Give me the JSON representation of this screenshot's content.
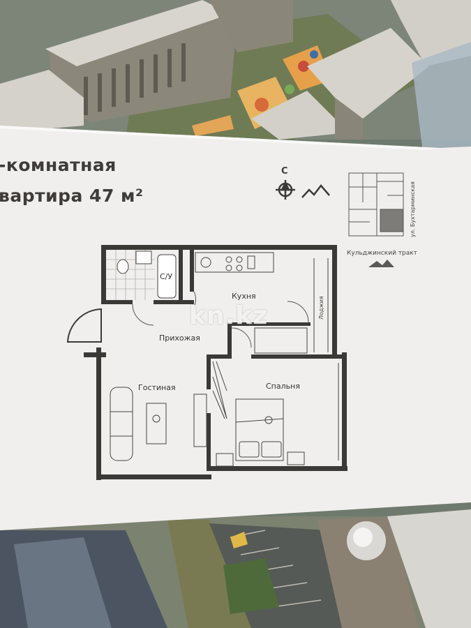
{
  "card": {
    "title_line1": "-комнатная",
    "title_line2": "вартира 47 м²"
  },
  "compass": {
    "north_label": "С"
  },
  "location_map": {
    "street_bottom": "Кульджинский тракт",
    "street_right": "ул. Бухтарминская"
  },
  "floorplan": {
    "rooms": {
      "bathroom": "С/У",
      "kitchen": "Кухня",
      "hallway": "Прихожая",
      "living_room": "Гостиная",
      "bedroom": "Спальня",
      "loggia": "Лоджия"
    }
  },
  "watermark": "kn.kz",
  "colors": {
    "paper": "#f1efee",
    "wall": "#3b3936",
    "model_roof": "#d9d6cf",
    "model_facade": "#8a8579",
    "playground": "#e7a24a"
  }
}
